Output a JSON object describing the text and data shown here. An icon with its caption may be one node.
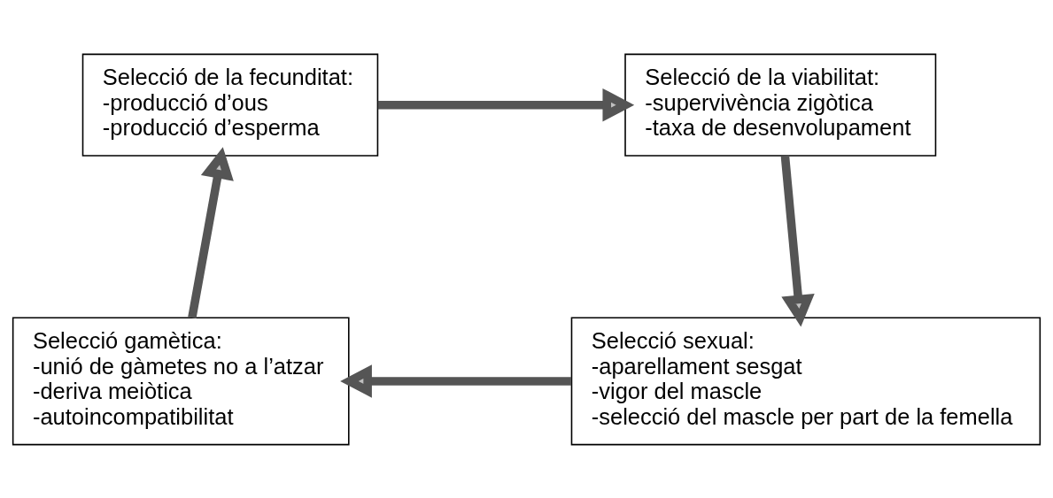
{
  "diagram": {
    "nodes": [
      {
        "text": [
          "Selecció de la fecunditat:",
          "-producció d’ous",
          "-producció d’esperma"
        ]
      },
      {
        "text": [
          "Selecció de la viabilitat:",
          "-supervivència zigòtica",
          "-taxa de desenvolupament"
        ]
      },
      {
        "text": [
          "Selecció sexual:",
          "-aparellament sesgat",
          "-vigor del mascle",
          "-selecció del mascle per part de la femella"
        ]
      },
      {
        "text": [
          "Selecció gamètica:",
          "-unió de gàmetes no a l’atzar",
          "-deriva meiòtica",
          "-autoincompatibilitat"
        ]
      }
    ],
    "edges": [
      {
        "from": 0,
        "to": 1,
        "arrow": "to"
      },
      {
        "from": 1,
        "to": 2,
        "arrow": "to"
      },
      {
        "from": 2,
        "to": 3,
        "arrow": "to"
      },
      {
        "from": 3,
        "to": 0,
        "arrow": "to"
      }
    ]
  }
}
